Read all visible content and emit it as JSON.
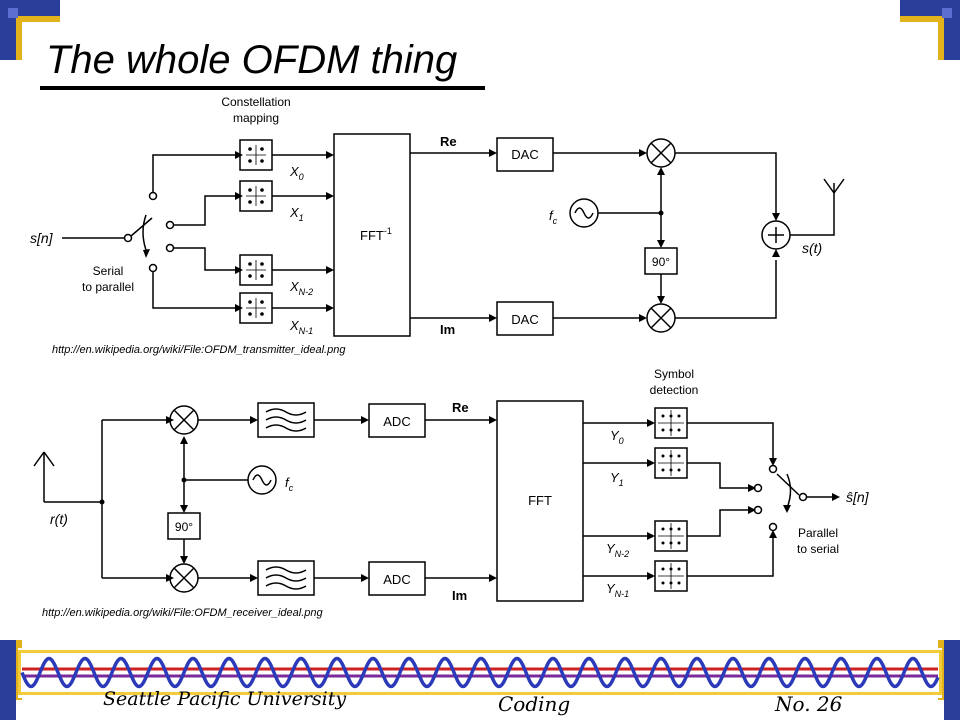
{
  "slide": {
    "title": "The whole OFDM thing",
    "footer": {
      "university": "Seattle Pacific University",
      "course": "Coding",
      "page_number": "No. 26"
    }
  },
  "colors": {
    "corner_blue": "#2a3f9a",
    "corner_gold": "#e3b21b",
    "frame_gold": "#f2cc3a",
    "wave_blue": "#2b3ab8",
    "wave_line_red": "#cc2222",
    "wave_line_purple": "#7a2a9a"
  },
  "transmitter": {
    "url": "http://en.wikipedia.org/wiki/File:OFDM_transmitter_ideal.png",
    "labels": {
      "constellation_mapping": [
        "Constellation",
        "mapping"
      ],
      "serial_to_parallel": [
        "Serial",
        "to parallel"
      ],
      "input": "s[n]",
      "fft_block": "FFT",
      "fft_superscript": "-1",
      "re": "Re",
      "im": "Im",
      "dac_top": "DAC",
      "dac_bottom": "DAC",
      "phase_shift": "90°",
      "carrier": "f",
      "carrier_sub": "c",
      "output": "s(t)",
      "x_labels": [
        {
          "main": "X",
          "sub": "0"
        },
        {
          "main": "X",
          "sub": "1"
        },
        {
          "main": "X",
          "sub": "N-2"
        },
        {
          "main": "X",
          "sub": "N-1"
        }
      ]
    }
  },
  "receiver": {
    "url": "http://en.wikipedia.org/wiki/File:OFDM_receiver_ideal.png",
    "labels": {
      "symbol_detection": [
        "Symbol",
        "detection"
      ],
      "parallel_to_serial": [
        "Parallel",
        "to serial"
      ],
      "input": "r(t)",
      "output": "ŝ[n]",
      "fft_block": "FFT",
      "re": "Re",
      "im": "Im",
      "adc_top": "ADC",
      "adc_bottom": "ADC",
      "phase_shift": "90°",
      "carrier": "f",
      "carrier_sub": "c",
      "y_labels": [
        {
          "main": "Y",
          "sub": "0"
        },
        {
          "main": "Y",
          "sub": "1"
        },
        {
          "main": "Y",
          "sub": "N-2"
        },
        {
          "main": "Y",
          "sub": "N-1"
        }
      ]
    }
  }
}
